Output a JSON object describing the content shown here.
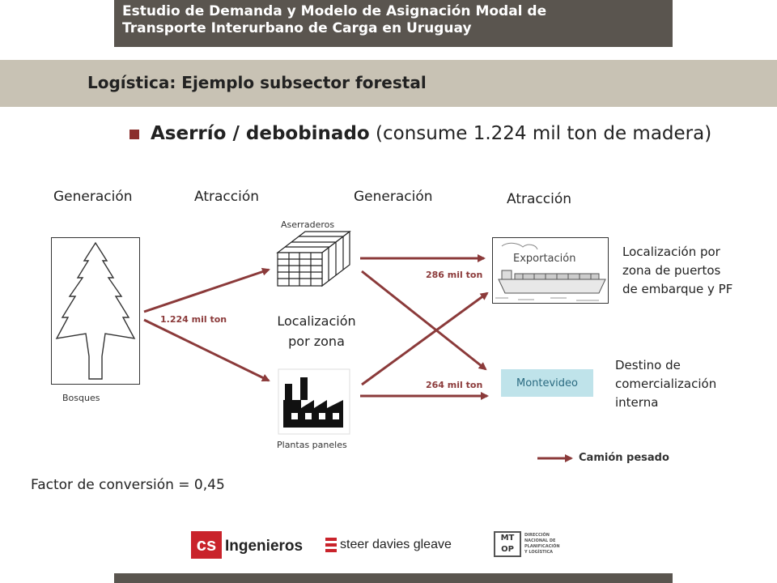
{
  "header": {
    "line1": "Estudio de Demanda y Modelo de Asignación Modal de",
    "line2": "Transporte Interurbano de Carga en Uruguay"
  },
  "section_title": "Logística: Ejemplo subsector forestal",
  "bullet": {
    "bold": "Aserrío / debobinado",
    "rest": " (consume 1.224 mil ton de madera)"
  },
  "columns": {
    "gen1": "Generación",
    "atr1": "Atracción",
    "gen2": "Generación",
    "atr2": "Atracción"
  },
  "nodes": {
    "bosques": "Bosques",
    "aserraderos": "Aserraderos",
    "plantas": "Plantas paneles",
    "exportacion": "Exportación",
    "montevideo": "Montevideo"
  },
  "middle_note": {
    "line1": "Localización",
    "line2": "por zona"
  },
  "flows": {
    "f1": "1.224 mil ton",
    "f2": "286 mil ton",
    "f3": "264 mil ton"
  },
  "right_notes": {
    "export": [
      "Localización por",
      "zona de puertos",
      "de embarque y PF"
    ],
    "mvd": [
      "Destino de",
      "comercialización",
      "interna"
    ]
  },
  "legend": {
    "label": "Camión pesado",
    "color": "#8b3a3a"
  },
  "conversion": "Factor de conversión = 0,45",
  "logos": {
    "csi_mark": "cs",
    "csi": "Ingenieros",
    "steer": "steer davies gleave",
    "mtop_mark": "MT OP",
    "mtop": [
      "DIRECCIÓN",
      "NACIONAL DE",
      "PLANIFICACIÓN",
      "Y LOGÍSTICA"
    ]
  },
  "colors": {
    "accent": "#8b3a3a",
    "header_bg": "#5a554f",
    "band_bg": "#c8c2b4",
    "mvd_bg": "#bfe3ea"
  }
}
